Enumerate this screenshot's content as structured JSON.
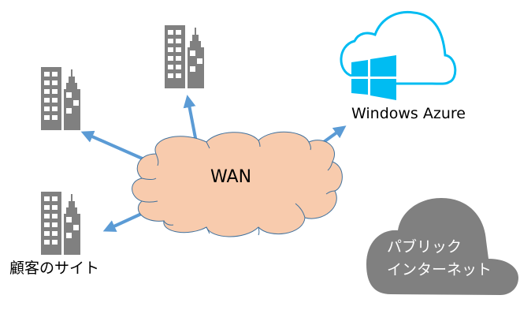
{
  "diagram": {
    "wan": {
      "label": "WAN",
      "fill": "#f8cbad",
      "stroke": "#41719c"
    },
    "azure": {
      "label": "Windows Azure",
      "color": "#00bcf2"
    },
    "customer_sites": {
      "label": "顧客のサイト",
      "count": 3,
      "color": "#808080"
    },
    "public_internet": {
      "line1": "パブリック",
      "line2": "インターネット",
      "fill": "#808080",
      "text_color": "#ffffff"
    },
    "arrow_color": "#5b9bd5",
    "connections": [
      {
        "from": "wan",
        "to": "customer-site-top-left"
      },
      {
        "from": "wan",
        "to": "customer-site-top-center"
      },
      {
        "from": "wan",
        "to": "customer-site-bottom-left"
      },
      {
        "from": "wan",
        "to": "windows-azure"
      }
    ]
  }
}
